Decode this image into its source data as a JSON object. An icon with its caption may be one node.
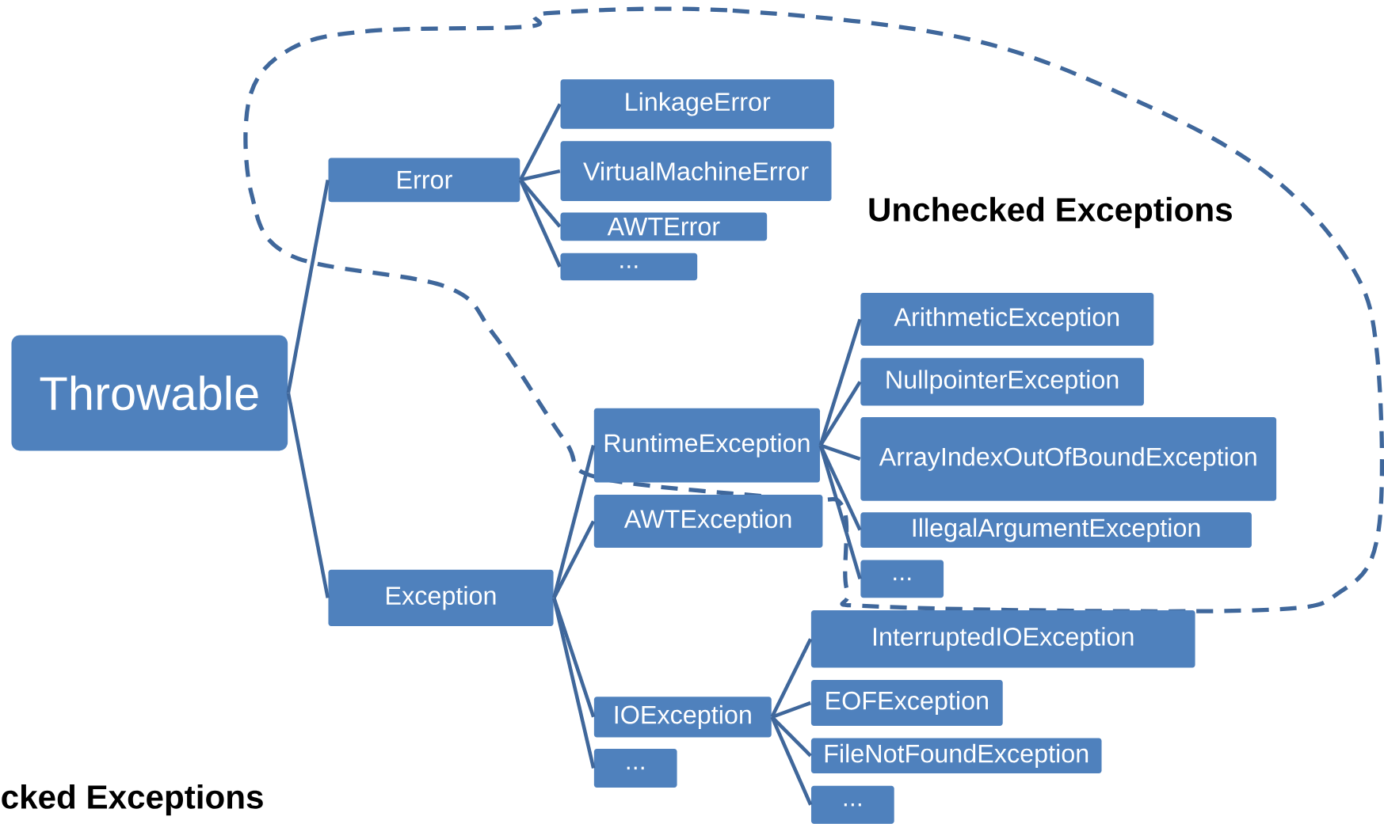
{
  "diagram": {
    "nodes": [
      {
        "text": [
          "Throwable"
        ]
      },
      {
        "text": [
          "Error"
        ]
      },
      {
        "text": [
          "LinkageError"
        ]
      },
      {
        "text": [
          "VirtualMachineError"
        ]
      },
      {
        "text": [
          "AWTError"
        ]
      },
      {
        "text": [
          "..."
        ]
      },
      {
        "text": [
          "Exception"
        ]
      },
      {
        "text": [
          "RuntimeException"
        ]
      },
      {
        "text": [
          "AWTException"
        ]
      },
      {
        "text": [
          "ArithmeticException"
        ]
      },
      {
        "text": [
          "NullpointerException"
        ]
      },
      {
        "text": [
          "ArrayIndexOutOfBoundException"
        ]
      },
      {
        "text": [
          "IllegalArgumentException"
        ]
      },
      {
        "text": [
          "..."
        ]
      },
      {
        "text": [
          "IOException"
        ]
      },
      {
        "text": [
          "..."
        ]
      },
      {
        "text": [
          "InterruptedIOException"
        ]
      },
      {
        "text": [
          "EOFException"
        ]
      },
      {
        "text": [
          "FileNotFoundException"
        ]
      },
      {
        "text": [
          "..."
        ]
      }
    ],
    "edges": [
      {
        "from": 0,
        "to": 1,
        "arrow": "none"
      },
      {
        "from": 0,
        "to": 6,
        "arrow": "none"
      },
      {
        "from": 1,
        "to": 2,
        "arrow": "none"
      },
      {
        "from": 1,
        "to": 3,
        "arrow": "none"
      },
      {
        "from": 1,
        "to": 4,
        "arrow": "none"
      },
      {
        "from": 1,
        "to": 5,
        "arrow": "none"
      },
      {
        "from": 6,
        "to": 7,
        "arrow": "none"
      },
      {
        "from": 6,
        "to": 8,
        "arrow": "none"
      },
      {
        "from": 6,
        "to": 14,
        "arrow": "none"
      },
      {
        "from": 6,
        "to": 15,
        "arrow": "none"
      },
      {
        "from": 7,
        "to": 9,
        "arrow": "none"
      },
      {
        "from": 7,
        "to": 10,
        "arrow": "none"
      },
      {
        "from": 7,
        "to": 11,
        "arrow": "none"
      },
      {
        "from": 7,
        "to": 12,
        "arrow": "none"
      },
      {
        "from": 7,
        "to": 13,
        "arrow": "none"
      },
      {
        "from": 14,
        "to": 16,
        "arrow": "none"
      },
      {
        "from": 14,
        "to": 17,
        "arrow": "none"
      },
      {
        "from": 14,
        "to": 18,
        "arrow": "none"
      },
      {
        "from": 14,
        "to": 19,
        "arrow": "none"
      }
    ],
    "labels": [
      "Unchecked Exceptions",
      "cked Exceptions"
    ]
  }
}
